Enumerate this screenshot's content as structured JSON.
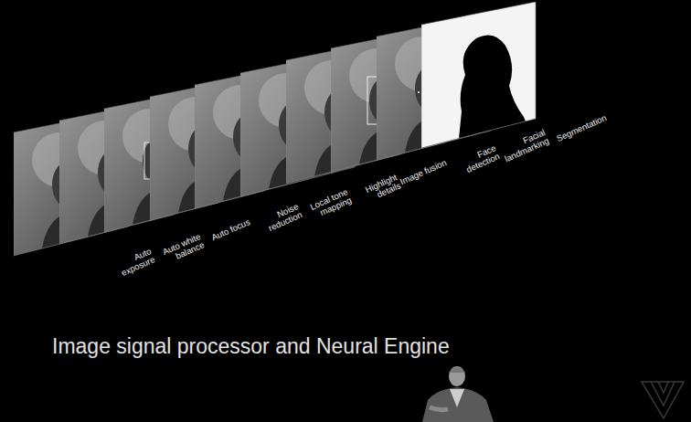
{
  "diagram": {
    "title": "Image signal processor and Neural Engine",
    "nodes": [
      {
        "text": [
          "Auto exposure"
        ]
      },
      {
        "text": [
          "Auto white balance"
        ]
      },
      {
        "text": [
          "Auto focus"
        ]
      },
      {
        "text": [
          "Noise reduction"
        ]
      },
      {
        "text": [
          "Local tone mapping"
        ]
      },
      {
        "text": [
          "Highlight details"
        ]
      },
      {
        "text": [
          "Image fusion"
        ]
      },
      {
        "text": [
          "Face detection"
        ]
      },
      {
        "text": [
          "Facial landmarking"
        ]
      },
      {
        "text": [
          "Segmentation"
        ]
      }
    ]
  }
}
